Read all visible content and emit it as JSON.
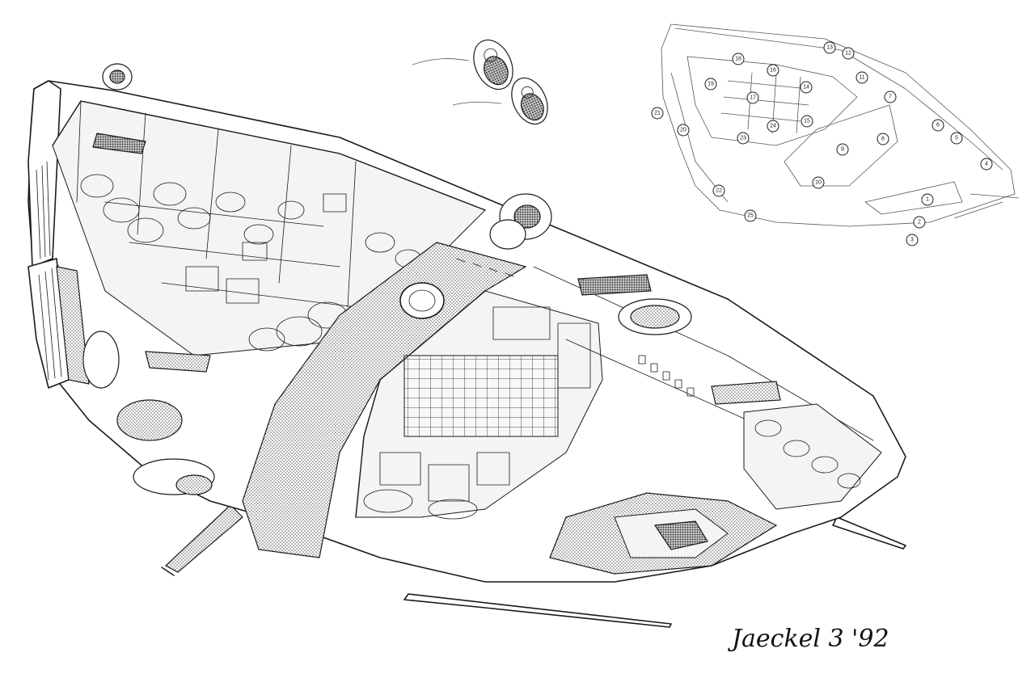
{
  "drawing": {
    "title": "Spacecraft cutaway illustration",
    "signature": "Jaeckel 3 '92"
  },
  "key_diagram": {
    "callouts": [
      "1",
      "2",
      "3",
      "4",
      "5",
      "6",
      "7",
      "8",
      "9",
      "10",
      "11",
      "12",
      "13",
      "14",
      "15",
      "16",
      "17",
      "18",
      "19",
      "20",
      "21",
      "22",
      "23",
      "24",
      "25"
    ]
  },
  "colors": {
    "ink": "#1a1a1a",
    "paper": "#ffffff",
    "screentone": "#8a8a8a"
  }
}
